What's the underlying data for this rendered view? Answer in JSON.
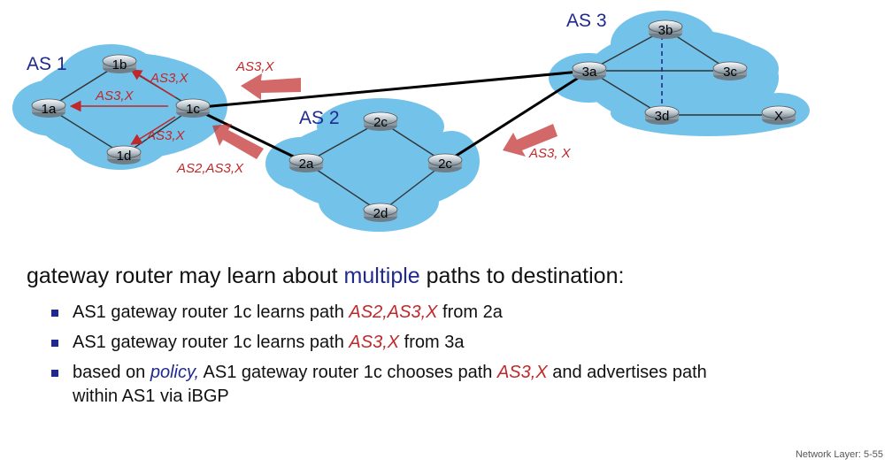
{
  "diagram": {
    "as_labels": {
      "as1": "AS 1",
      "as2": "AS 2",
      "as3": "AS 3"
    },
    "routers": {
      "1a": "1a",
      "1b": "1b",
      "1c": "1c",
      "1d": "1d",
      "2a": "2a",
      "2c": "2c",
      "2d": "2d",
      "3a": "3a",
      "3b": "3b",
      "3c": "3c",
      "3d": "3d",
      "x": "X"
    },
    "route_labels": {
      "ext_from_3a_top": "AS3,X",
      "ext_from_2a": "AS2,AS3,X",
      "ext_from_3a_right": "AS3, X",
      "int_to_1b": "AS3,X",
      "int_to_1a": "AS3,X",
      "int_to_1d": "AS3,X"
    },
    "colors": {
      "cloud": "#73c2ea",
      "route": "#c0282a",
      "heading": "#1f2a8c"
    }
  },
  "text": {
    "main_pre": "gateway router may learn about ",
    "main_highlight": "multiple",
    "main_post": " paths to destination:",
    "b1_pre": "AS1 gateway router 1c learns path ",
    "b1_path": "AS2,AS3,X",
    "b1_post": " from 2a",
    "b2_pre": "AS1 gateway router 1c learns path ",
    "b2_path": "AS3,X",
    "b2_post": " from 3a",
    "b3_pre": "based on ",
    "b3_policy": "policy,",
    "b3_mid": " AS1 gateway router 1c chooses path ",
    "b3_path": "AS3,X",
    "b3_post": " and advertises path",
    "b3_line2": "within AS1 via iBGP",
    "footer": "Network Layer: 5-55"
  }
}
